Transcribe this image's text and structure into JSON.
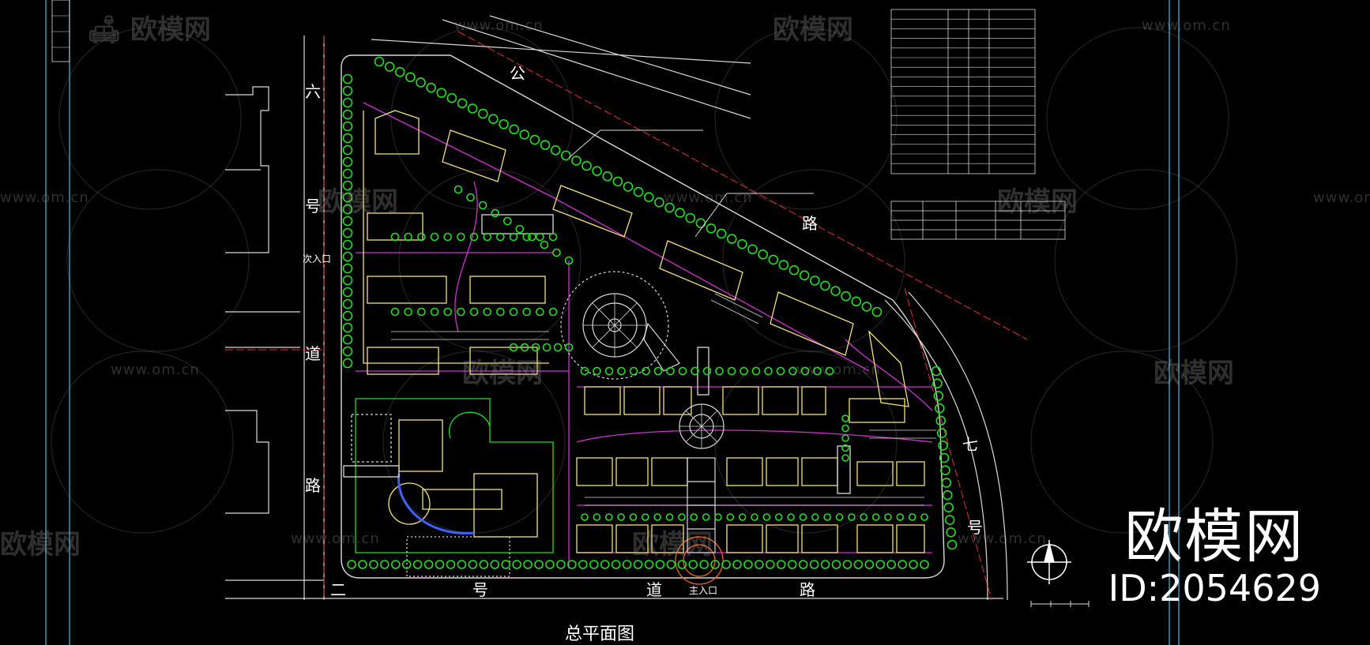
{
  "colors": {
    "background": "#000000",
    "road": "#d9d9d9",
    "building": "#f3e27a",
    "green": "#22dd22",
    "magenta": "#d030d0",
    "cyan": "#40c0e0",
    "red": "#e03030",
    "orange": "#ff6a1a",
    "white": "#ffffff"
  },
  "roads": {
    "north_char": "公",
    "north_char2": "路",
    "west_chars": [
      "六",
      "号",
      "道",
      "路"
    ],
    "south_chars": [
      "二",
      "号",
      "道",
      "路"
    ],
    "east_chars": [
      "七",
      "号"
    ]
  },
  "labels": {
    "secondary_entrance": "次入口",
    "main_entrance": "主入口",
    "plan_title": "总平面图"
  },
  "watermarks": {
    "url": "www.om.cn",
    "logo": "欧模网"
  },
  "brand": {
    "name": "欧模网",
    "id": "ID:2054629"
  },
  "icons": [
    "north-arrow-icon",
    "sofa-logo-icon"
  ]
}
